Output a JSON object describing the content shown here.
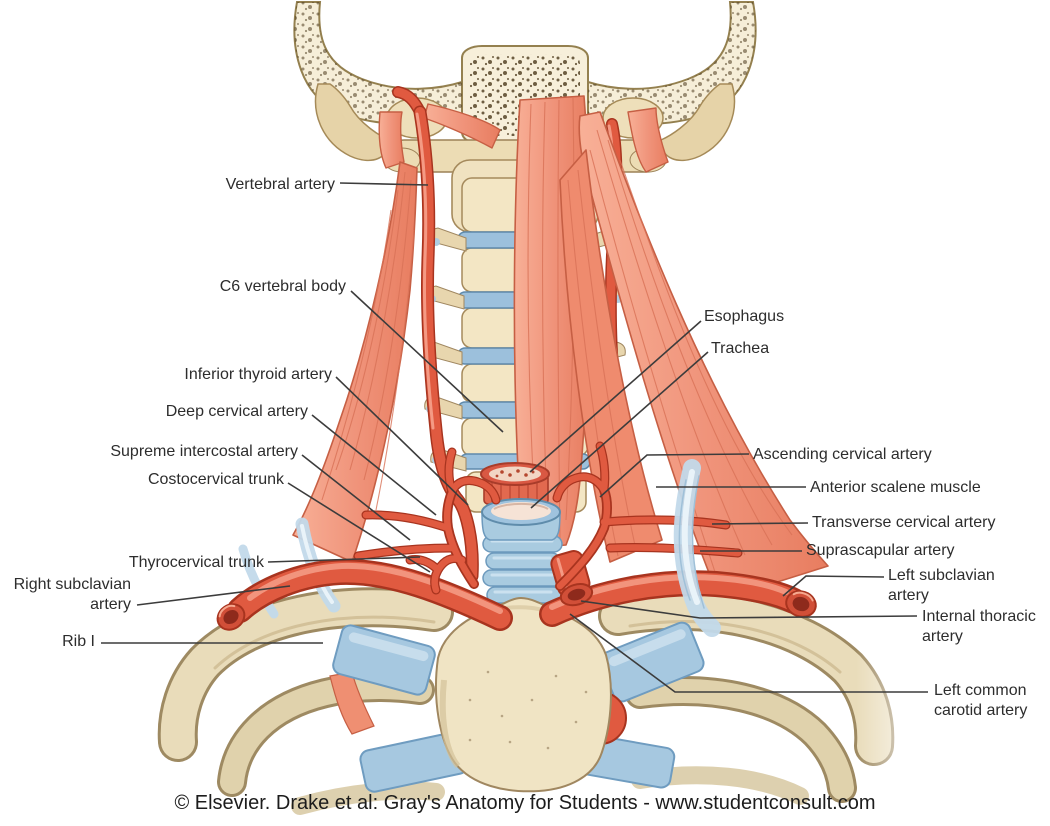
{
  "credit": "© Elsevier. Drake et al: Gray's Anatomy for Students - www.studentconsult.com",
  "labels": [
    {
      "id": "vertebral-artery",
      "text": "Vertebral artery"
    },
    {
      "id": "c6-vertebral-body",
      "text": "C6 vertebral body"
    },
    {
      "id": "inferior-thyroid-artery",
      "text": "Inferior thyroid artery"
    },
    {
      "id": "deep-cervical-artery",
      "text": "Deep cervical artery"
    },
    {
      "id": "supreme-intercostal-artery",
      "text": "Supreme intercostal artery"
    },
    {
      "id": "costocervical-trunk",
      "text": "Costocervical trunk"
    },
    {
      "id": "thyrocervical-trunk",
      "text": "Thyrocervical trunk"
    },
    {
      "id": "right-subclavian-artery",
      "text": "Right subclavian artery"
    },
    {
      "id": "rib-i",
      "text": "Rib I"
    },
    {
      "id": "esophagus",
      "text": "Esophagus"
    },
    {
      "id": "trachea",
      "text": "Trachea"
    },
    {
      "id": "ascending-cervical-artery",
      "text": "Ascending cervical artery"
    },
    {
      "id": "anterior-scalene-muscle",
      "text": "Anterior scalene muscle"
    },
    {
      "id": "transverse-cervical-artery",
      "text": "Transverse cervical artery"
    },
    {
      "id": "suprascapular-artery",
      "text": "Suprascapular artery"
    },
    {
      "id": "left-subclavian-artery",
      "text": "Left subclavian artery"
    },
    {
      "id": "internal-thoracic-artery",
      "text": "Internal thoracic artery"
    },
    {
      "id": "left-common-carotid-artery",
      "text": "Left common carotid artery"
    }
  ],
  "colors": {
    "background": "#ffffff",
    "bone": "#f2e7c9",
    "bone_outline": "#9a8156",
    "muscle": "#f09078",
    "artery": "#e05a40",
    "cartilage_blue": "#a8c9e0",
    "leader_line": "#3c3c3c",
    "label_text": "#2d2d2d"
  }
}
